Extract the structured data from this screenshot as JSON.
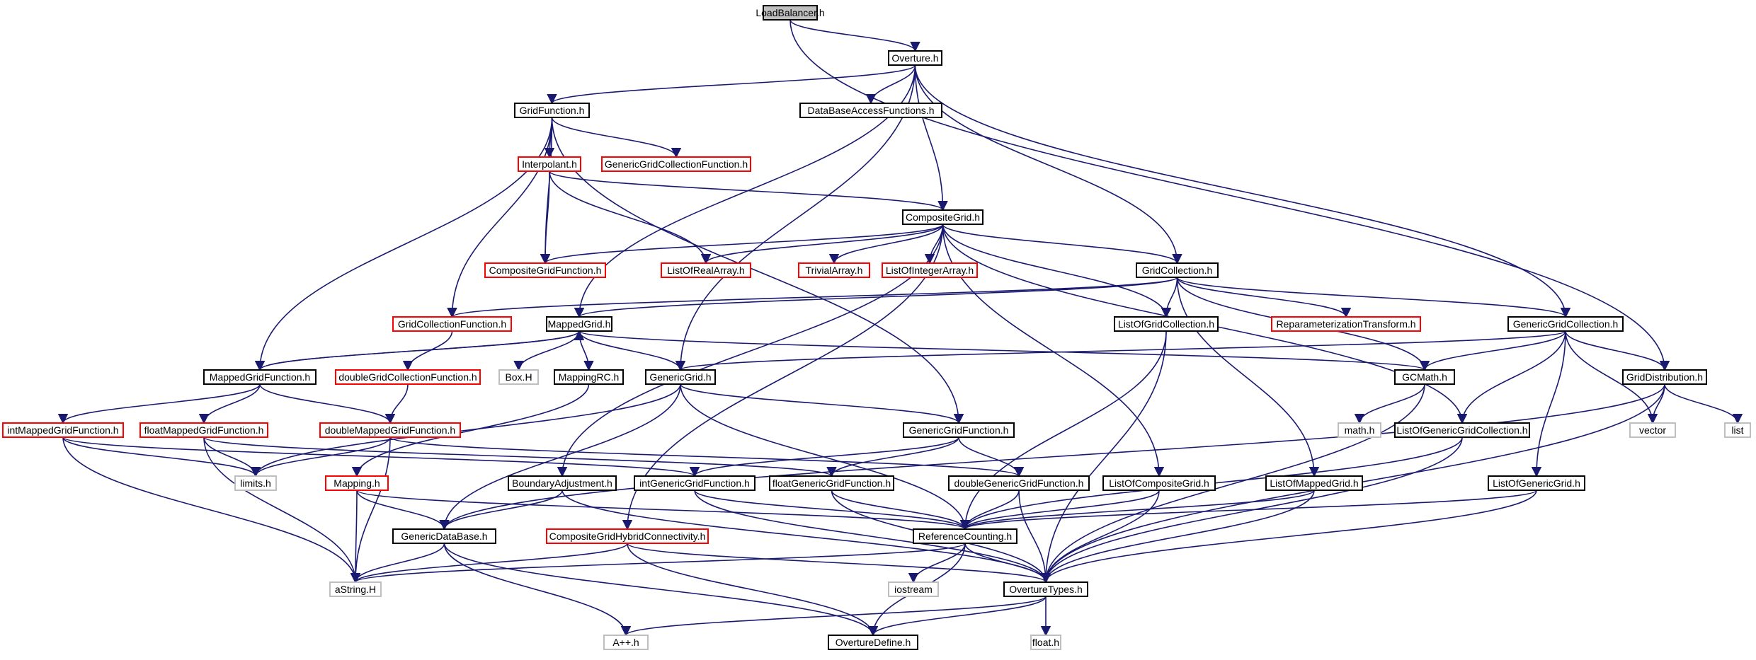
{
  "colors": {
    "edge": "#191970",
    "normal_border": "#000000",
    "incomplete_border": "#ff0000",
    "external_border": "#bfbfbf",
    "root_fill": "#bfbfbf",
    "fill": "#ffffff"
  },
  "nodes": [
    {
      "id": "LoadBalancer",
      "label": "LoadBalancer.h",
      "kind": "root"
    },
    {
      "id": "Overture",
      "label": "Overture.h",
      "kind": "normal"
    },
    {
      "id": "GridFunction",
      "label": "GridFunction.h",
      "kind": "normal"
    },
    {
      "id": "DataBaseAccessFunctions",
      "label": "DataBaseAccessFunctions.h",
      "kind": "normal"
    },
    {
      "id": "Interpolant",
      "label": "Interpolant.h",
      "kind": "incomplete"
    },
    {
      "id": "GenericGridCollectionFunction",
      "label": "GenericGridCollectionFunction.h",
      "kind": "incomplete"
    },
    {
      "id": "CompositeGrid",
      "label": "CompositeGrid.h",
      "kind": "normal"
    },
    {
      "id": "CompositeGridFunction",
      "label": "CompositeGridFunction.h",
      "kind": "incomplete"
    },
    {
      "id": "ListOfRealArray",
      "label": "ListOfRealArray.h",
      "kind": "incomplete"
    },
    {
      "id": "TrivialArray",
      "label": "TrivialArray.h",
      "kind": "incomplete"
    },
    {
      "id": "ListOfIntegerArray",
      "label": "ListOfIntegerArray.h",
      "kind": "incomplete"
    },
    {
      "id": "GridCollection",
      "label": "GridCollection.h",
      "kind": "normal"
    },
    {
      "id": "GridCollectionFunction",
      "label": "GridCollectionFunction.h",
      "kind": "incomplete"
    },
    {
      "id": "MappedGrid",
      "label": "MappedGrid.h",
      "kind": "normal"
    },
    {
      "id": "ListOfGridCollection",
      "label": "ListOfGridCollection.h",
      "kind": "normal"
    },
    {
      "id": "ReparameterizationTransform",
      "label": "ReparameterizationTransform.h",
      "kind": "incomplete"
    },
    {
      "id": "GenericGridCollection",
      "label": "GenericGridCollection.h",
      "kind": "normal"
    },
    {
      "id": "MappedGridFunction",
      "label": "MappedGridFunction.h",
      "kind": "normal"
    },
    {
      "id": "doubleGridCollectionFunction",
      "label": "doubleGridCollectionFunction.h",
      "kind": "incomplete"
    },
    {
      "id": "BoxH",
      "label": "Box.H",
      "kind": "external"
    },
    {
      "id": "MappingRC",
      "label": "MappingRC.h",
      "kind": "normal"
    },
    {
      "id": "GenericGrid",
      "label": "GenericGrid.h",
      "kind": "normal"
    },
    {
      "id": "GCMath",
      "label": "GCMath.h",
      "kind": "normal"
    },
    {
      "id": "GridDistribution",
      "label": "GridDistribution.h",
      "kind": "normal"
    },
    {
      "id": "intMappedGridFunction",
      "label": "intMappedGridFunction.h",
      "kind": "incomplete"
    },
    {
      "id": "floatMappedGridFunction",
      "label": "floatMappedGridFunction.h",
      "kind": "incomplete"
    },
    {
      "id": "doubleMappedGridFunction",
      "label": "doubleMappedGridFunction.h",
      "kind": "incomplete"
    },
    {
      "id": "GenericGridFunction",
      "label": "GenericGridFunction.h",
      "kind": "normal"
    },
    {
      "id": "mathh",
      "label": "math.h",
      "kind": "external"
    },
    {
      "id": "vector",
      "label": "vector",
      "kind": "external"
    },
    {
      "id": "list",
      "label": "list",
      "kind": "external"
    },
    {
      "id": "ListOfGenericGridCollection",
      "label": "ListOfGenericGridCollection.h",
      "kind": "normal"
    },
    {
      "id": "limitsh",
      "label": "limits.h",
      "kind": "external"
    },
    {
      "id": "Mapping",
      "label": "Mapping.h",
      "kind": "incomplete"
    },
    {
      "id": "BoundaryAdjustment",
      "label": "BoundaryAdjustment.h",
      "kind": "normal"
    },
    {
      "id": "intGenericGridFunction",
      "label": "intGenericGridFunction.h",
      "kind": "normal"
    },
    {
      "id": "floatGenericGridFunction",
      "label": "floatGenericGridFunction.h",
      "kind": "normal"
    },
    {
      "id": "doubleGenericGridFunction",
      "label": "doubleGenericGridFunction.h",
      "kind": "normal"
    },
    {
      "id": "ListOfCompositeGrid",
      "label": "ListOfCompositeGrid.h",
      "kind": "normal"
    },
    {
      "id": "ListOfMappedGrid",
      "label": "ListOfMappedGrid.h",
      "kind": "normal"
    },
    {
      "id": "ListOfGenericGrid",
      "label": "ListOfGenericGrid.h",
      "kind": "normal"
    },
    {
      "id": "GenericDataBase",
      "label": "GenericDataBase.h",
      "kind": "normal"
    },
    {
      "id": "CompositeGridHybridConnectivity",
      "label": "CompositeGridHybridConnectivity.h",
      "kind": "incomplete"
    },
    {
      "id": "ReferenceCounting",
      "label": "ReferenceCounting.h",
      "kind": "normal"
    },
    {
      "id": "aStringH",
      "label": "aString.H",
      "kind": "external"
    },
    {
      "id": "iostream",
      "label": "iostream",
      "kind": "external"
    },
    {
      "id": "OvertureTypes",
      "label": "OvertureTypes.h",
      "kind": "normal"
    },
    {
      "id": "Appzh",
      "label": "A++.h",
      "kind": "external"
    },
    {
      "id": "OvertureDefine",
      "label": "OvertureDefine.h",
      "kind": "normal"
    },
    {
      "id": "floath",
      "label": "float.h",
      "kind": "external"
    }
  ],
  "edges": [
    [
      "LoadBalancer",
      "Overture"
    ],
    [
      "LoadBalancer",
      "GridDistribution"
    ],
    [
      "Overture",
      "GridFunction"
    ],
    [
      "Overture",
      "DataBaseAccessFunctions"
    ],
    [
      "Overture",
      "CompositeGrid"
    ],
    [
      "Overture",
      "GridCollection"
    ],
    [
      "Overture",
      "GenericGridCollection"
    ],
    [
      "Overture",
      "MappedGrid"
    ],
    [
      "Overture",
      "GenericGrid"
    ],
    [
      "GridFunction",
      "Interpolant"
    ],
    [
      "GridFunction",
      "GenericGridCollectionFunction"
    ],
    [
      "GridFunction",
      "CompositeGridFunction"
    ],
    [
      "GridFunction",
      "GridCollectionFunction"
    ],
    [
      "GridFunction",
      "MappedGridFunction"
    ],
    [
      "GridFunction",
      "GenericGridFunction"
    ],
    [
      "Interpolant",
      "CompositeGrid"
    ],
    [
      "Interpolant",
      "CompositeGridFunction"
    ],
    [
      "Interpolant",
      "ListOfRealArray"
    ],
    [
      "CompositeGrid",
      "CompositeGridFunction"
    ],
    [
      "CompositeGrid",
      "ListOfRealArray"
    ],
    [
      "CompositeGrid",
      "TrivialArray"
    ],
    [
      "CompositeGrid",
      "ListOfIntegerArray"
    ],
    [
      "CompositeGrid",
      "GridCollection"
    ],
    [
      "CompositeGrid",
      "ListOfGridCollection"
    ],
    [
      "CompositeGrid",
      "ListOfCompositeGrid"
    ],
    [
      "CompositeGrid",
      "ListOfGenericGridCollection"
    ],
    [
      "CompositeGrid",
      "BoundaryAdjustment"
    ],
    [
      "CompositeGrid",
      "CompositeGridHybridConnectivity"
    ],
    [
      "GridCollection",
      "GridCollectionFunction"
    ],
    [
      "GridCollection",
      "MappedGrid"
    ],
    [
      "GridCollection",
      "ListOfGridCollection"
    ],
    [
      "GridCollection",
      "ReparameterizationTransform"
    ],
    [
      "GridCollection",
      "GenericGridCollection"
    ],
    [
      "GridCollection",
      "GCMath"
    ],
    [
      "GridCollection",
      "ListOfMappedGrid"
    ],
    [
      "GridCollectionFunction",
      "doubleGridCollectionFunction"
    ],
    [
      "MappedGrid",
      "MappedGridFunction"
    ],
    [
      "MappedGrid",
      "BoxH"
    ],
    [
      "MappedGrid",
      "MappingRC"
    ],
    [
      "MappedGrid",
      "GenericGrid"
    ],
    [
      "MappedGrid",
      "GCMath"
    ],
    [
      "MappedGridFunction",
      "MappedGrid"
    ],
    [
      "MappedGridFunction",
      "intMappedGridFunction"
    ],
    [
      "MappedGridFunction",
      "floatMappedGridFunction"
    ],
    [
      "MappedGridFunction",
      "doubleMappedGridFunction"
    ],
    [
      "doubleGridCollectionFunction",
      "doubleMappedGridFunction"
    ],
    [
      "MappingRC",
      "Mapping"
    ],
    [
      "GenericGrid",
      "limitsh"
    ],
    [
      "GenericGrid",
      "GenericGridFunction"
    ],
    [
      "GenericGrid",
      "GenericDataBase"
    ],
    [
      "GenericGrid",
      "ReferenceCounting"
    ],
    [
      "GenericGridCollection",
      "GenericGrid"
    ],
    [
      "GenericGridCollection",
      "GCMath"
    ],
    [
      "GenericGridCollection",
      "GridDistribution"
    ],
    [
      "GenericGridCollection",
      "vector"
    ],
    [
      "GenericGridCollection",
      "ListOfGenericGridCollection"
    ],
    [
      "GenericGridCollection",
      "ListOfGenericGrid"
    ],
    [
      "GridDistribution",
      "vector"
    ],
    [
      "GridDistribution",
      "list"
    ],
    [
      "GridDistribution",
      "GenericDataBase"
    ],
    [
      "GridDistribution",
      "OvertureTypes"
    ],
    [
      "GCMath",
      "mathh"
    ],
    [
      "GCMath",
      "OvertureTypes"
    ],
    [
      "ListOfGridCollection",
      "ReferenceCounting"
    ],
    [
      "ListOfGridCollection",
      "OvertureTypes"
    ],
    [
      "intMappedGridFunction",
      "limitsh"
    ],
    [
      "intMappedGridFunction",
      "aStringH"
    ],
    [
      "intMappedGridFunction",
      "intGenericGridFunction"
    ],
    [
      "floatMappedGridFunction",
      "limitsh"
    ],
    [
      "floatMappedGridFunction",
      "aStringH"
    ],
    [
      "floatMappedGridFunction",
      "floatGenericGridFunction"
    ],
    [
      "doubleMappedGridFunction",
      "limitsh"
    ],
    [
      "doubleMappedGridFunction",
      "aStringH"
    ],
    [
      "doubleMappedGridFunction",
      "doubleGenericGridFunction"
    ],
    [
      "GenericGridFunction",
      "intGenericGridFunction"
    ],
    [
      "GenericGridFunction",
      "floatGenericGridFunction"
    ],
    [
      "GenericGridFunction",
      "doubleGenericGridFunction"
    ],
    [
      "Mapping",
      "GenericDataBase"
    ],
    [
      "Mapping",
      "aStringH"
    ],
    [
      "Mapping",
      "ReferenceCounting"
    ],
    [
      "BoundaryAdjustment",
      "GenericDataBase"
    ],
    [
      "BoundaryAdjustment",
      "OvertureTypes"
    ],
    [
      "intGenericGridFunction",
      "ReferenceCounting"
    ],
    [
      "intGenericGridFunction",
      "OvertureTypes"
    ],
    [
      "floatGenericGridFunction",
      "ReferenceCounting"
    ],
    [
      "floatGenericGridFunction",
      "OvertureTypes"
    ],
    [
      "doubleGenericGridFunction",
      "ReferenceCounting"
    ],
    [
      "doubleGenericGridFunction",
      "OvertureTypes"
    ],
    [
      "ListOfCompositeGrid",
      "ReferenceCounting"
    ],
    [
      "ListOfCompositeGrid",
      "OvertureTypes"
    ],
    [
      "ListOfMappedGrid",
      "ReferenceCounting"
    ],
    [
      "ListOfMappedGrid",
      "OvertureTypes"
    ],
    [
      "ListOfGenericGridCollection",
      "ReferenceCounting"
    ],
    [
      "ListOfGenericGridCollection",
      "OvertureTypes"
    ],
    [
      "ListOfGenericGrid",
      "ReferenceCounting"
    ],
    [
      "ListOfGenericGrid",
      "OvertureTypes"
    ],
    [
      "GenericDataBase",
      "aStringH"
    ],
    [
      "GenericDataBase",
      "Appzh"
    ],
    [
      "GenericDataBase",
      "OvertureDefine"
    ],
    [
      "CompositeGridHybridConnectivity",
      "aStringH"
    ],
    [
      "CompositeGridHybridConnectivity",
      "OvertureTypes"
    ],
    [
      "CompositeGridHybridConnectivity",
      "OvertureDefine"
    ],
    [
      "ReferenceCounting",
      "aStringH"
    ],
    [
      "ReferenceCounting",
      "iostream"
    ],
    [
      "ReferenceCounting",
      "OvertureTypes"
    ],
    [
      "ReferenceCounting",
      "OvertureDefine"
    ],
    [
      "OvertureTypes",
      "Appzh"
    ],
    [
      "OvertureTypes",
      "OvertureDefine"
    ],
    [
      "OvertureTypes",
      "floath"
    ]
  ]
}
